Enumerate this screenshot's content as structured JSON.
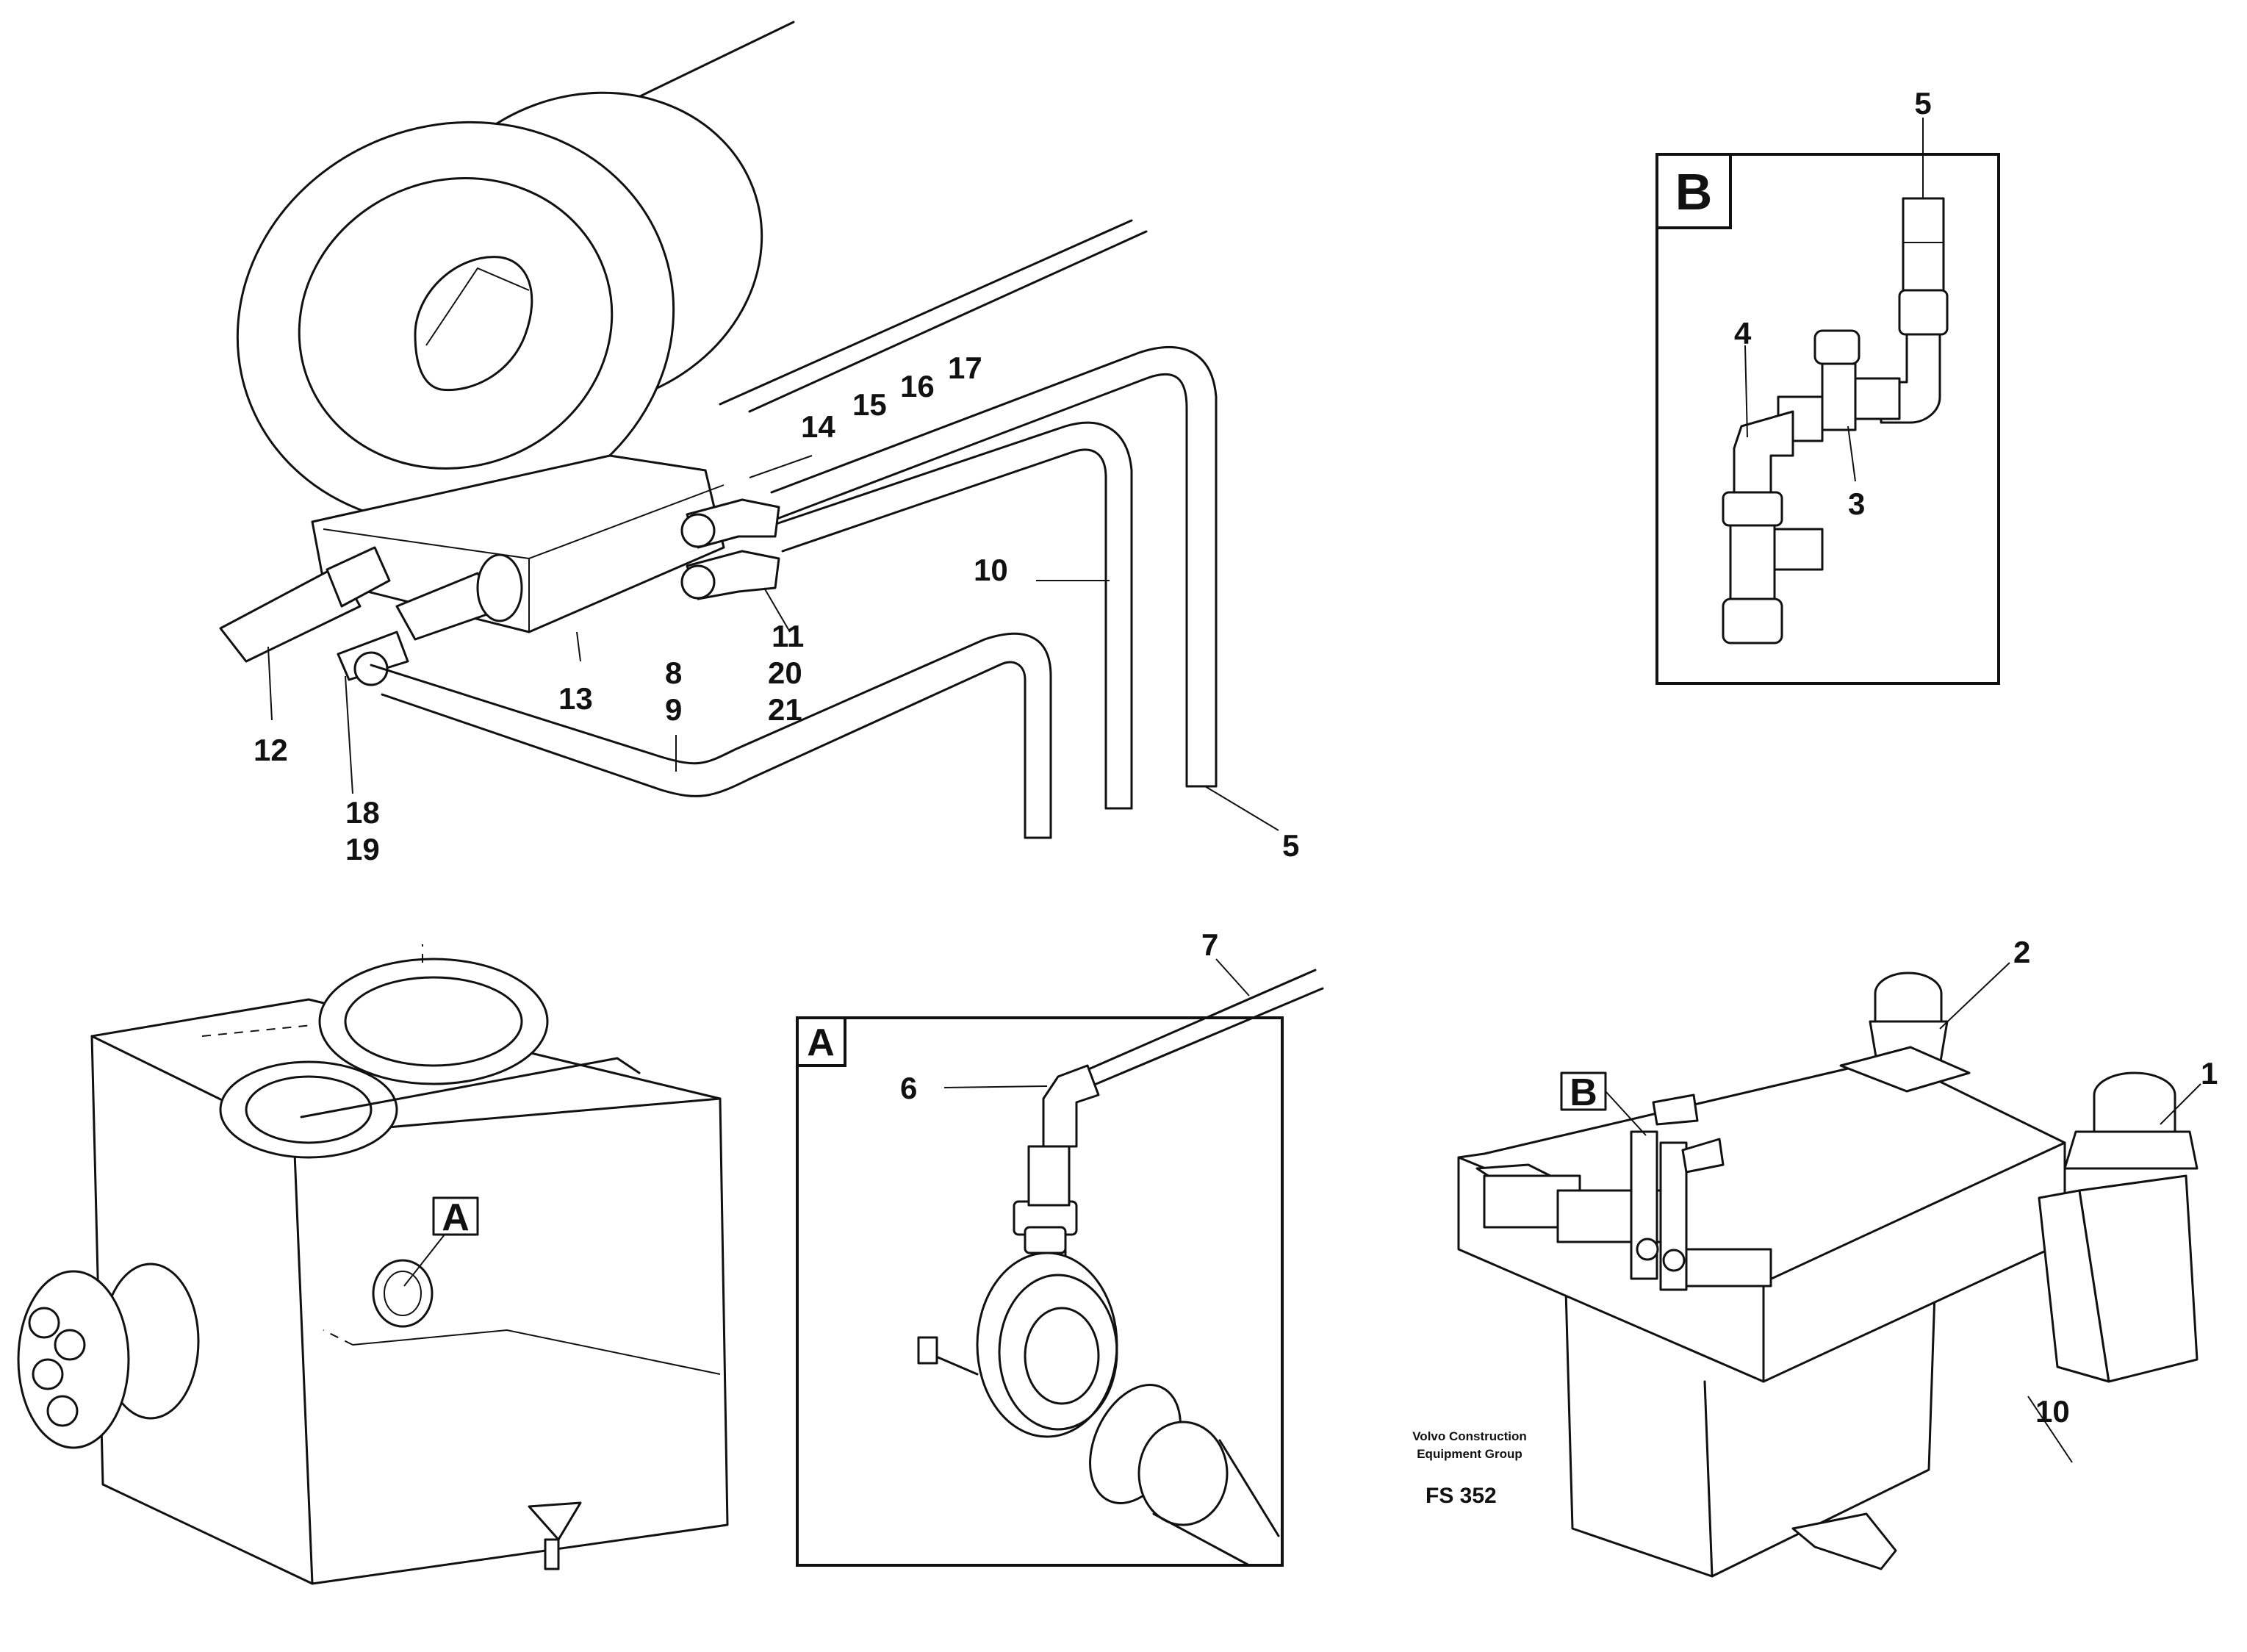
{
  "callouts": {
    "c5_top_main": "5",
    "c17": "17",
    "c16": "16",
    "c15": "15",
    "c14": "14",
    "c10_main": "10",
    "c11": "11",
    "c20": "20",
    "c21": "21",
    "c8": "8",
    "c9": "9",
    "c13": "13",
    "c12": "12",
    "c18": "18",
    "c19": "19",
    "c5_bottom": "5",
    "c4": "4",
    "c3": "3",
    "c7": "7",
    "c6": "6",
    "c2": "2",
    "c1": "1",
    "c10_tank": "10"
  },
  "detail_labels": {
    "detail_b_box": "B",
    "detail_a_box": "A",
    "tank_marker_a": "A",
    "tank_marker_b": "B"
  },
  "publisher": {
    "line1": "Volvo Construction",
    "line2": "Equipment Group",
    "code": "FS 352"
  }
}
